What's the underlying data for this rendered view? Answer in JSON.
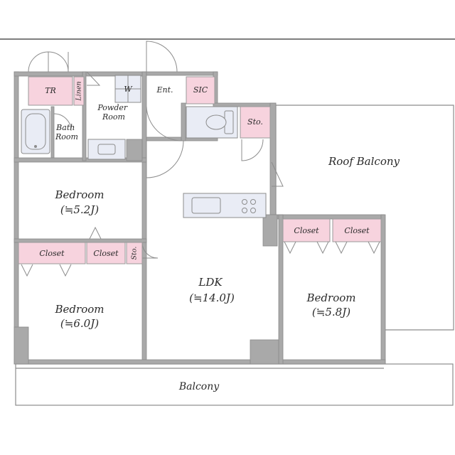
{
  "rooms": {
    "tr": "TR",
    "linen": "Linen",
    "washer": "W",
    "powder_room": "Powder\nRoom",
    "entrance": "Ent.",
    "sic": "SIC",
    "storage_top": "Sto.",
    "bath_room": "Bath\nRoom",
    "roof_balcony": "Roof Balcony",
    "bedroom_1": "Bedroom",
    "bedroom_1_size": "(≒5.2J)",
    "closet_1": "Closet",
    "closet_2": "Closet",
    "storage_small": "Sto.",
    "closet_3": "Closet",
    "closet_4": "Closet",
    "ldk": "LDK",
    "ldk_size": "(≒14.0J)",
    "bedroom_2": "Bedroom",
    "bedroom_2_size": "(≒6.0J)",
    "bedroom_3": "Bedroom",
    "bedroom_3_size": "(≒5.8J)",
    "balcony": "Balcony"
  },
  "colors": {
    "storage_fill": "#f7d3de",
    "wall": "#a9a9a9",
    "fixture": "#e9ecf5"
  }
}
